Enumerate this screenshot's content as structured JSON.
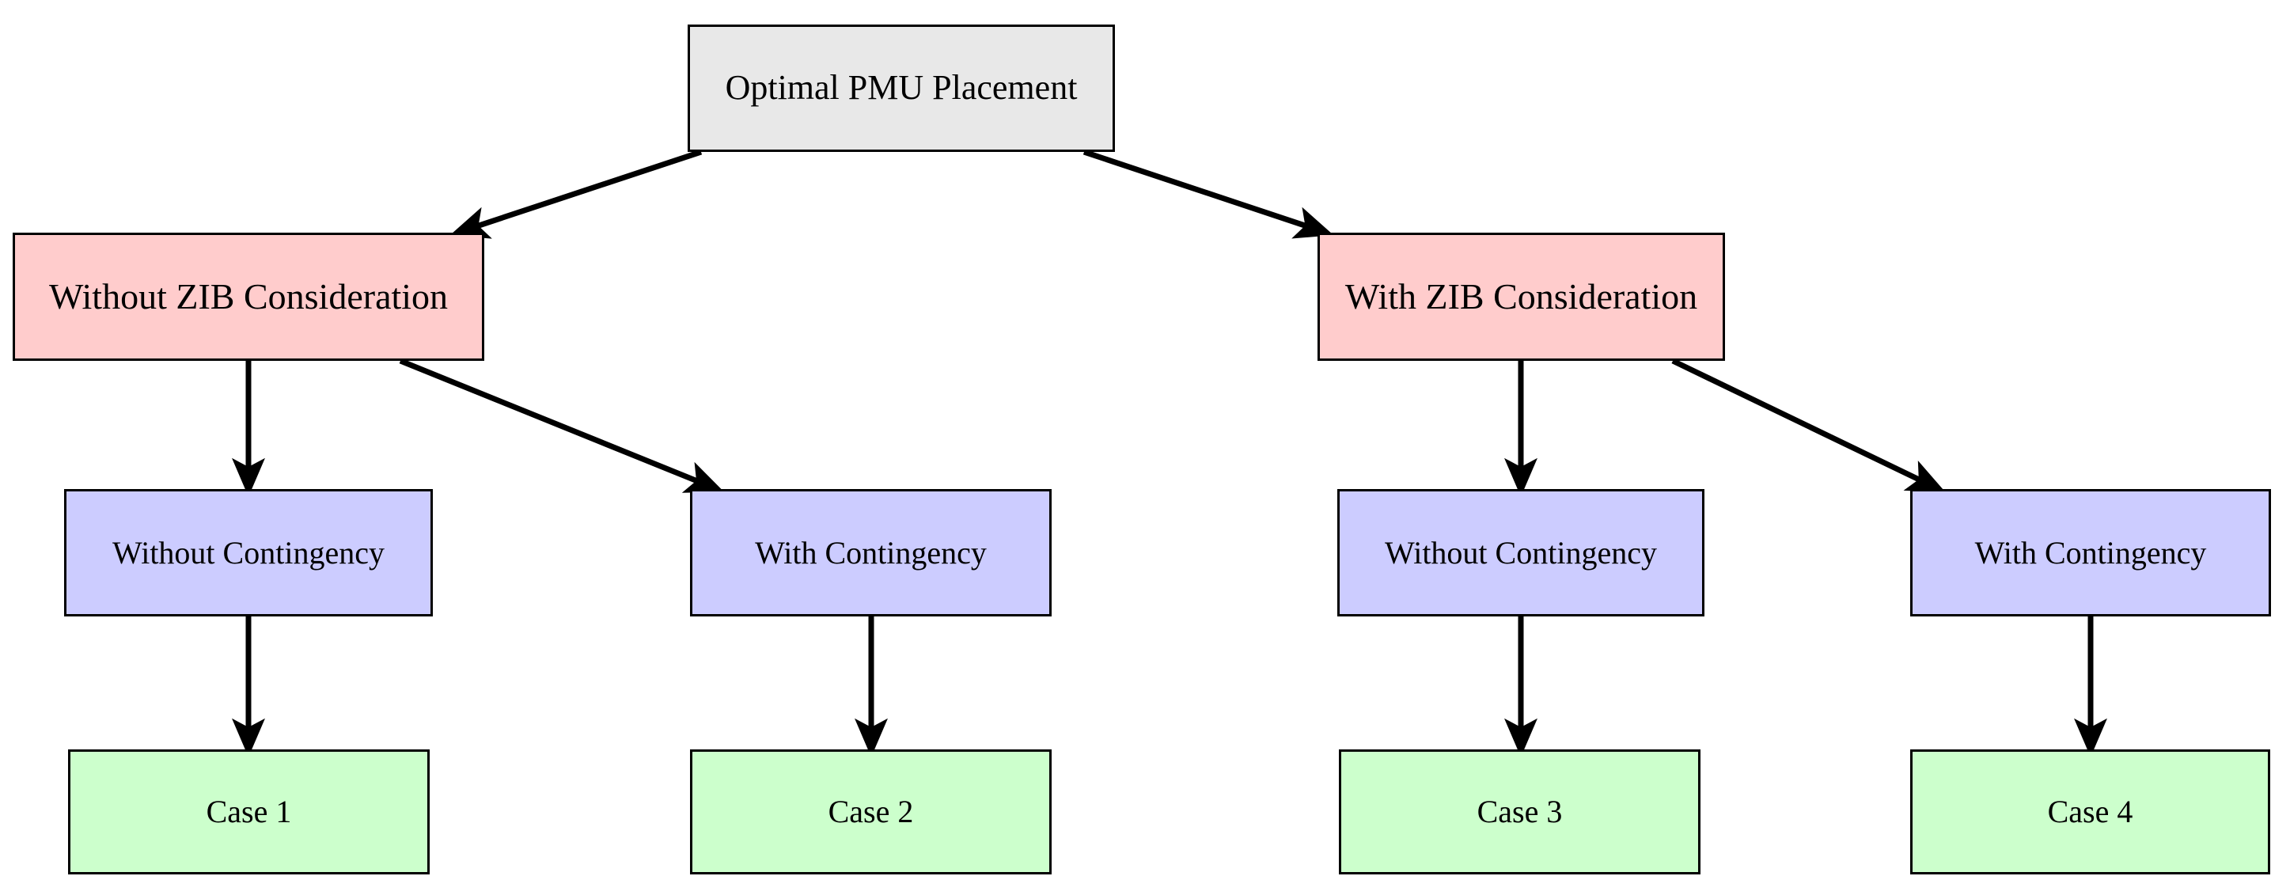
{
  "diagram": {
    "title_node": "Optimal PMU Placement",
    "type": "flowchart-tree",
    "orientation": "top-down",
    "background_color": "#FFFFFF",
    "edge_color": "#000000",
    "levels": [
      {
        "name": "root",
        "nodes": [
          {
            "id": "root",
            "label": "Optimal PMU Placement",
            "fill": "#E8E8E8",
            "stroke": "#000000"
          }
        ]
      },
      {
        "name": "zib-consideration",
        "nodes": [
          {
            "id": "without-zib",
            "label": "Without ZIB Consideration",
            "fill": "#FFCCCC",
            "stroke": "#000000"
          },
          {
            "id": "with-zib",
            "label": "With ZIB Consideration",
            "fill": "#FFCCCC",
            "stroke": "#000000"
          }
        ]
      },
      {
        "name": "contingency",
        "nodes": [
          {
            "id": "without-contingency-1",
            "label": "Without Contingency",
            "fill": "#CCCCFF",
            "stroke": "#000000"
          },
          {
            "id": "with-contingency-1",
            "label": "With Contingency",
            "fill": "#CCCCFF",
            "stroke": "#000000"
          },
          {
            "id": "without-contingency-2",
            "label": "Without Contingency",
            "fill": "#CCCCFF",
            "stroke": "#000000"
          },
          {
            "id": "with-contingency-2",
            "label": "With Contingency",
            "fill": "#CCCCFF",
            "stroke": "#000000"
          }
        ]
      },
      {
        "name": "cases",
        "nodes": [
          {
            "id": "case-1",
            "label": "Case 1",
            "fill": "#CCFFCC",
            "stroke": "#000000"
          },
          {
            "id": "case-2",
            "label": "Case 2",
            "fill": "#CCFFCC",
            "stroke": "#000000"
          },
          {
            "id": "case-3",
            "label": "Case 3",
            "fill": "#CCFFCC",
            "stroke": "#000000"
          },
          {
            "id": "case-4",
            "label": "Case 4",
            "fill": "#CCFFCC",
            "stroke": "#000000"
          }
        ]
      }
    ],
    "edges": [
      {
        "from": "root",
        "to": "without-zib",
        "style": "solid",
        "arrow": "triangle"
      },
      {
        "from": "root",
        "to": "with-zib",
        "style": "solid",
        "arrow": "triangle"
      },
      {
        "from": "without-zib",
        "to": "without-contingency-1",
        "style": "solid",
        "arrow": "triangle"
      },
      {
        "from": "without-zib",
        "to": "with-contingency-1",
        "style": "solid",
        "arrow": "triangle"
      },
      {
        "from": "with-zib",
        "to": "without-contingency-2",
        "style": "solid",
        "arrow": "triangle"
      },
      {
        "from": "with-zib",
        "to": "with-contingency-2",
        "style": "solid",
        "arrow": "triangle"
      },
      {
        "from": "without-contingency-1",
        "to": "case-1",
        "style": "solid",
        "arrow": "triangle"
      },
      {
        "from": "with-contingency-1",
        "to": "case-2",
        "style": "solid",
        "arrow": "triangle"
      },
      {
        "from": "without-contingency-2",
        "to": "case-3",
        "style": "solid",
        "arrow": "triangle"
      },
      {
        "from": "with-contingency-2",
        "to": "case-4",
        "style": "solid",
        "arrow": "triangle"
      }
    ]
  }
}
